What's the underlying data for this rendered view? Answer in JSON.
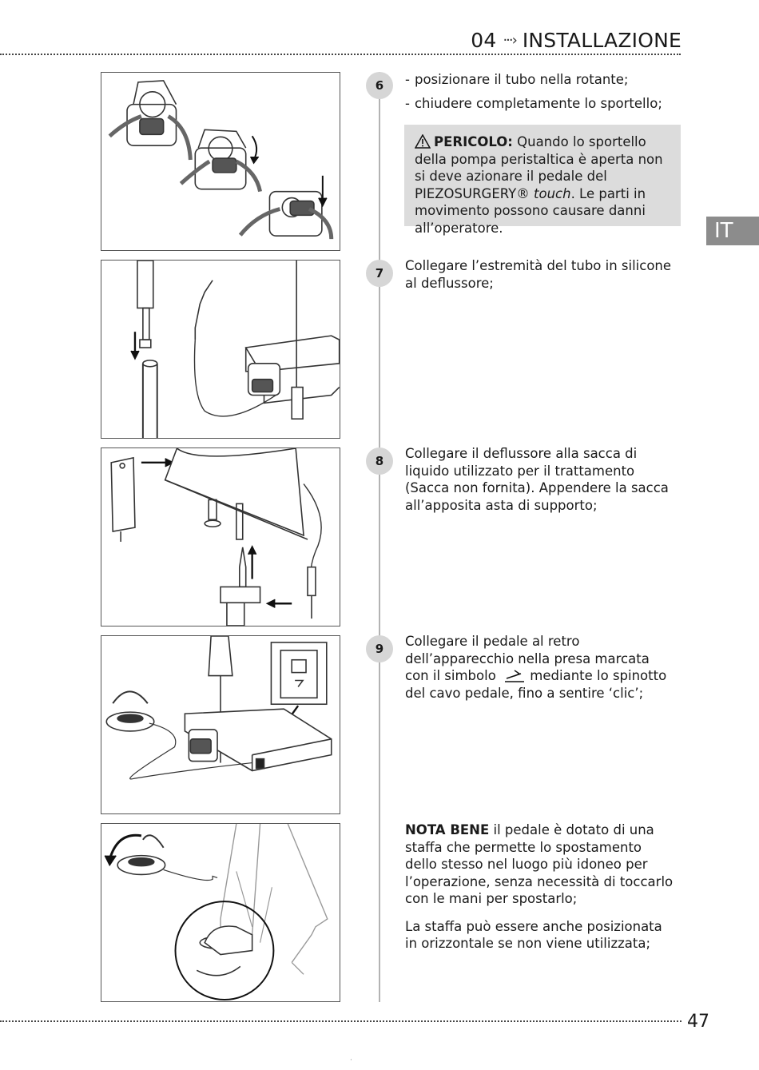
{
  "header": {
    "section_number": "04",
    "section_title": "INSTALLAZIONE"
  },
  "side_tab": {
    "label": "IT"
  },
  "steps": [
    {
      "number": "6",
      "bullets": [
        "posizionare il tubo nella rotante;",
        "chiudere completamente lo sportello;"
      ],
      "warning": {
        "icon": "warning-triangle-icon",
        "label": "PERICOLO:",
        "text_1": "Quando lo sportello della pompa peristaltica è aperta  non si deve azionare il pedale del PIEZOSURGERY®",
        "italic": "touch",
        "text_2": ". Le parti in movimento possono causare danni all’operatore."
      }
    },
    {
      "number": "7",
      "text": "Collegare l’estremità del tubo in silicone al deflussore;"
    },
    {
      "number": "8",
      "text": "Collegare il deflussore alla sacca di liquido utilizzato per il trattamento (Sacca non fornita). Appendere la sacca all’apposita asta di supporto;"
    },
    {
      "number": "9",
      "text_1": "Collegare il pedale al retro dell’apparecchio nella presa marcata con il simbolo",
      "symbol": "footswitch-symbol-icon",
      "text_2": "mediante lo spinotto del cavo pedale, fino a sentire ‘clic’;"
    }
  ],
  "note": {
    "label": "NOTA BENE",
    "text": " il pedale è dotato di una staffa che permette lo spostamento dello stesso nel luogo più idoneo per l’operazione, senza necessità di toccarlo con le mani per spostarlo;",
    "paragraph_2": "La staffa può essere anche posizionata in orizzontale se non viene utilizzata;"
  },
  "footer": {
    "page_number": "47",
    "mark": "·"
  },
  "colors": {
    "tab_gray": "#8c8c8c",
    "warning_bg": "#dcdcdc",
    "step_circle": "#d6d6d6",
    "divider": "#b3b3b3"
  }
}
